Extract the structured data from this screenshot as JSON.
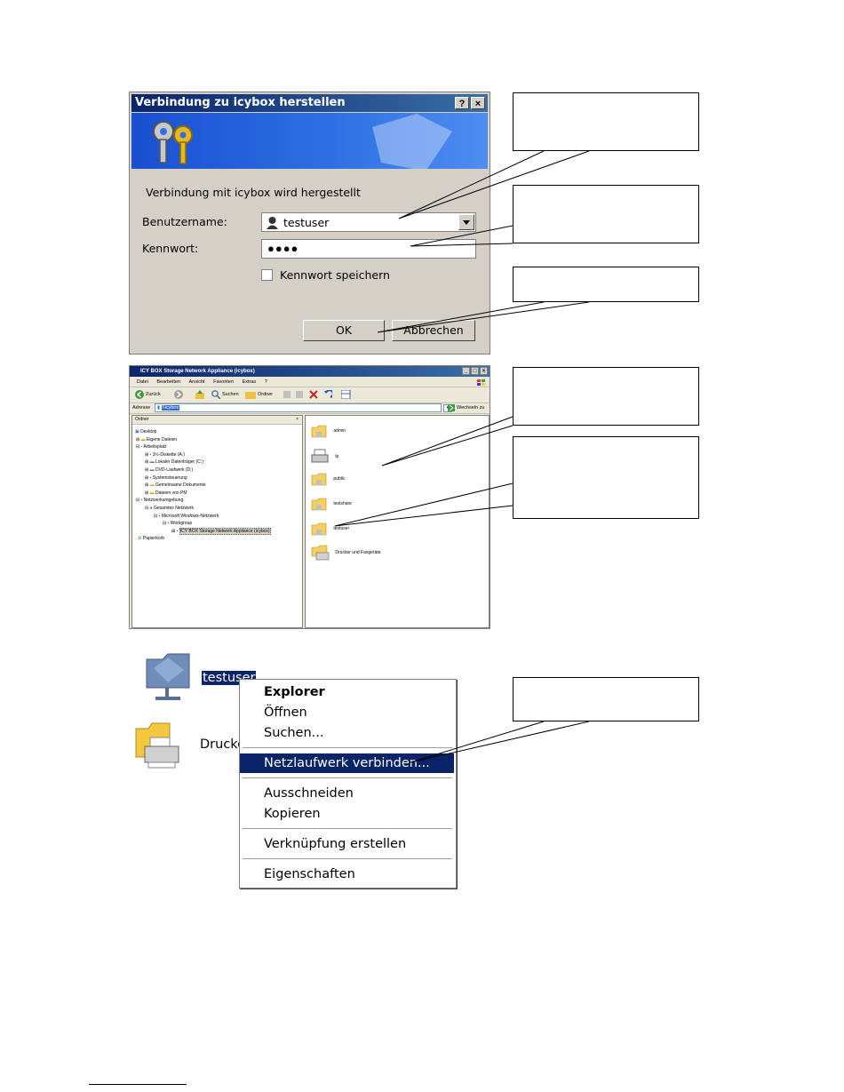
{
  "login_dialog": {
    "title": "Verbindung zu icybox herstellen",
    "help_label": "?",
    "close_label": "×",
    "message": "Verbindung mit icybox wird hergestellt",
    "username_label": "Benutzername:",
    "username_value": "testuser",
    "password_label": "Kennwort:",
    "password_value": "●●●●",
    "remember_label": "Kennwort speichern",
    "ok_label": "OK",
    "cancel_label": "Abbrechen"
  },
  "explorer": {
    "title": "ICY BOX Storage Network Appliance (icybox)",
    "menu": [
      "Datei",
      "Bearbeiten",
      "Ansicht",
      "Favoriten",
      "Extras",
      "?"
    ],
    "toolbar": {
      "back": "Zurück",
      "search": "Suchen",
      "folders": "Ordner"
    },
    "address_label": "Adresse",
    "address_value": "\\\\icybox",
    "go_label": "Wechseln zu",
    "folders_header": "Ordner",
    "tree": [
      "Desktop",
      "Eigene Dateien",
      "Arbeitsplatz",
      "3½-Diskette (A:)",
      "Lokaler Datenträger (C:)",
      "DVD-Laufwerk (D:)",
      "Systemsteuerung",
      "Gemeinsame Dokumente",
      "Dateien von PM",
      "Netzwerkumgebung",
      "Gesamtes Netzwerk",
      "Microsoft Windows-Netzwerk",
      "Workgroup",
      "ICY BOX Storage Network Appliance (icybox)",
      "Papierkorb"
    ],
    "shares": [
      "admin",
      "lp",
      "public",
      "testshare",
      "testuser",
      "Drucker und Faxgeräte"
    ]
  },
  "context": {
    "selected_item": "testuser",
    "second_item": "Drucke",
    "menu": {
      "explorer": "Explorer",
      "open": "Öffnen",
      "search": "Suchen...",
      "map_drive": "Netzlaufwerk verbinden...",
      "cut": "Ausschneiden",
      "copy": "Kopieren",
      "shortcut": "Verknüpfung erstellen",
      "properties": "Eigenschaften"
    }
  },
  "colors": {
    "dialog_face": "#d4d0c8",
    "title_blue": "#0a246a",
    "highlight": "#0a246a",
    "banner_blue": "#2d6fe3"
  }
}
